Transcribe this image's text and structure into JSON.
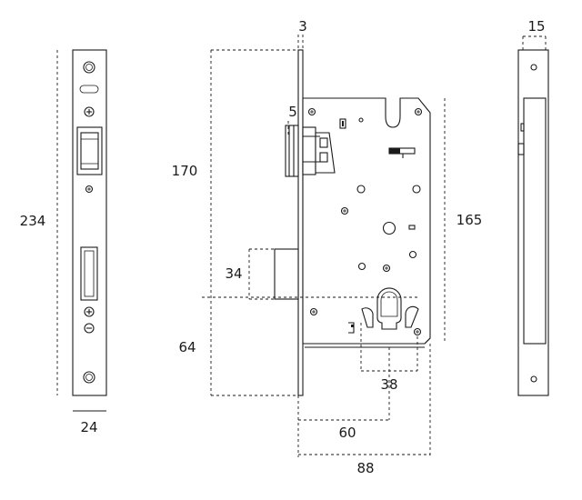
{
  "dimensions": {
    "faceplate_thickness": "3",
    "back_width": "15",
    "latch_offset": "5",
    "faceplate_height": "234",
    "case_upper": "170",
    "case_height": "165",
    "deadbolt_height": "34",
    "case_lower": "64",
    "cylinder_width": "38",
    "backset": "60",
    "case_depth": "88",
    "faceplate_width": "24"
  }
}
